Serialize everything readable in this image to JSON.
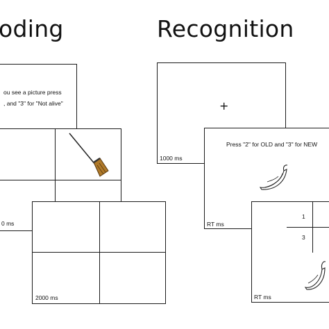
{
  "encoding": {
    "heading": "oding",
    "instruction_line1": "ou see a picture press",
    "instruction_line2": ", and \"3\" for \"Not alive\"",
    "timer_partial": "0 ms",
    "timer_grid": "2000 ms",
    "icon": "broom-icon"
  },
  "recognition": {
    "heading": "Recognition",
    "fixation": "+",
    "timer_fixation": "1000 ms",
    "instruction": "Press \"2\" for OLD and \"3\" for NEW",
    "timer_instruction": "RT ms",
    "key_1": "1",
    "key_3": "3",
    "timer_grid": "RT ms",
    "icon": "banana-icon"
  }
}
